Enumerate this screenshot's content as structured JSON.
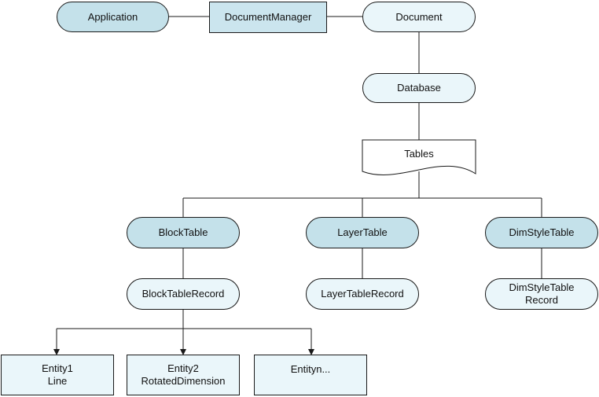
{
  "colors": {
    "dark_fill": "#c4e1ea",
    "light_fill": "#eaf6fa",
    "stroke": "#1a1a1a"
  },
  "nodes": {
    "application": "Application",
    "document_manager": "DocumentManager",
    "document": "Document",
    "database": "Database",
    "tables": "Tables",
    "block_table": "BlockTable",
    "layer_table": "LayerTable",
    "dim_style_table": "DimStyleTable",
    "block_table_record": "BlockTableRecord",
    "layer_table_record": "LayerTableRecord",
    "dim_style_table_record": [
      "DimStyleTable",
      "Record"
    ],
    "entity1": [
      "Entity1",
      "Line"
    ],
    "entity2": [
      "Entity2",
      "RotatedDimension"
    ],
    "entityn": "Entityn..."
  }
}
